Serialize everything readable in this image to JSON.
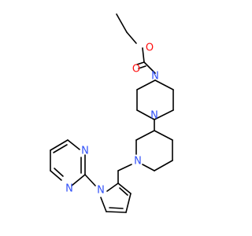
{
  "colors": {
    "background": "#ffffff",
    "bond": "#000000",
    "nitrogen": "#3050f8",
    "oxygen": "#ff0d0d"
  },
  "labels": {
    "ester_carbonyl_oxygen": "O",
    "ester_ether_oxygen": "O",
    "piperazine_n_top": "N",
    "piperazine_n_bottom": "N",
    "piperidine_n": "N",
    "pyrrole_n": "N",
    "pyrimidine_n_top": "N",
    "pyrimidine_n_bottom": "N"
  }
}
